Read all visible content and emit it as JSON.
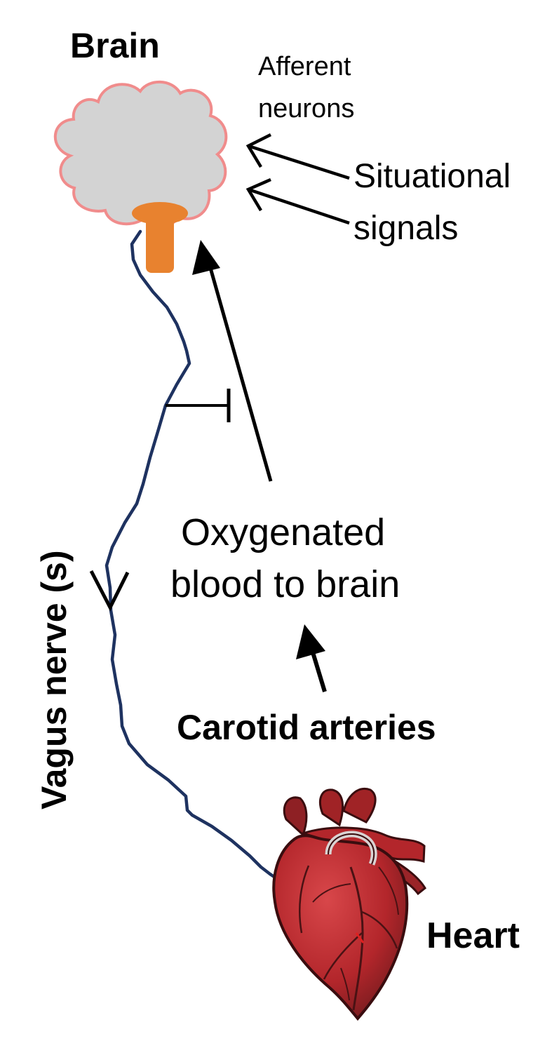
{
  "labels": {
    "brain": "Brain",
    "afferent_line1": "Afferent",
    "afferent_line2": "neurons",
    "situational_line1": "Situational",
    "situational_line2": "signals",
    "oxygenated_line1": "Oxygenated",
    "oxygenated_line2": "blood to brain",
    "carotid": "Carotid arteries",
    "vagus": "Vagus nerve (s)",
    "heart": "Heart"
  },
  "colors": {
    "brain_fill": "#d3d3d3",
    "brain_outline": "#f08c8c",
    "brainstem": "#e8822f",
    "vagus_nerve": "#1e3260",
    "heart_main": "#b3262b",
    "heart_dark": "#6e1a1d",
    "heart_light": "#d8474a",
    "arrow": "#000000"
  },
  "icons": {
    "brain": "brain-icon",
    "heart": "heart-icon"
  }
}
